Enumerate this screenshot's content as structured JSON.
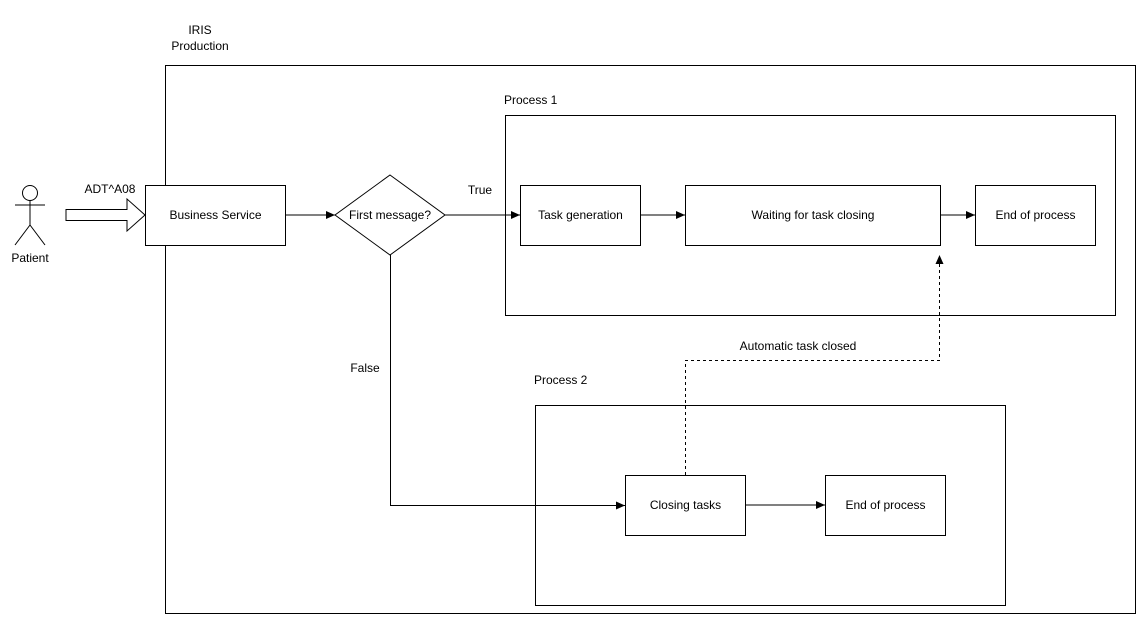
{
  "colors": {
    "stroke": "#000000",
    "fill": "#ffffff",
    "text": "#000000"
  },
  "labels": {
    "production": [
      "IRIS",
      "Production"
    ],
    "process1": "Process 1",
    "process2": "Process 2",
    "actor": "Patient",
    "message": "ADT^A08"
  },
  "nodes": {
    "business_service": "Business Service",
    "first_message": "First message?",
    "task_generation": "Task generation",
    "waiting_task_closing": "Waiting for task closing",
    "end_of_process_1": "End of process",
    "closing_tasks": "Closing tasks",
    "end_of_process_2": "End of process"
  },
  "edges": {
    "true_label": "True",
    "false_label": "False",
    "automatic_label": "Automatic task closed"
  }
}
